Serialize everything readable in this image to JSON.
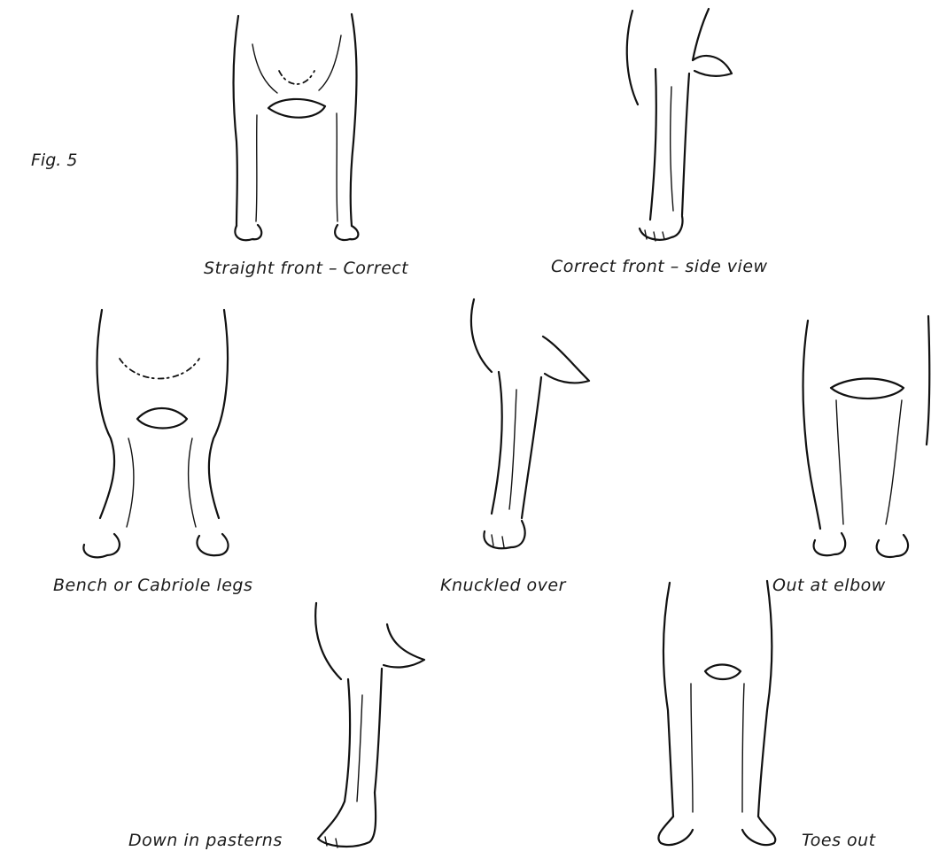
{
  "figure": {
    "label": "Fig. 5"
  },
  "illustrations": [
    {
      "id": "straight-front",
      "caption": "Straight front – Correct"
    },
    {
      "id": "correct-front-side",
      "caption": "Correct front – side view"
    },
    {
      "id": "bench-cabriole",
      "caption": "Bench or Cabriole legs"
    },
    {
      "id": "knuckled-over",
      "caption": "Knuckled over"
    },
    {
      "id": "out-at-elbow",
      "caption": "Out at elbow"
    },
    {
      "id": "down-in-pasterns",
      "caption": "Down in pasterns"
    },
    {
      "id": "toes-out",
      "caption": "Toes out"
    }
  ]
}
